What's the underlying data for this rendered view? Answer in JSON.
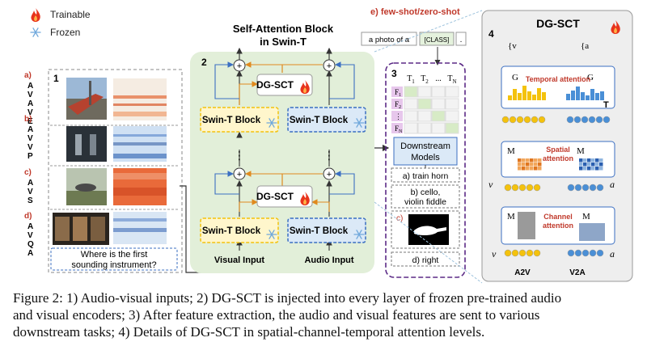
{
  "legend": {
    "trainable": "Trainable",
    "frozen": "Frozen"
  },
  "panel1": {
    "number": "1",
    "rows": [
      {
        "tag": "a)",
        "tasks": [
          "A",
          "V",
          "A",
          "V",
          "E"
        ]
      },
      {
        "tag": "b)",
        "tasks": [
          "A",
          "V",
          "V",
          "P"
        ]
      },
      {
        "tag": "c)",
        "tasks": [
          "A",
          "V",
          "S"
        ]
      },
      {
        "tag": "d)",
        "tasks": [
          "A",
          "V",
          "Q",
          "A"
        ]
      }
    ],
    "question": [
      "Where is the first",
      "sounding instrument?"
    ]
  },
  "panel2": {
    "number": "2",
    "title": [
      "Self-Attention Block",
      "in Swin-T"
    ],
    "dg_sct": "DG-SCT",
    "swin_block": "Swin-T Block",
    "plus": "+",
    "dots": "⋮",
    "visual_input": "Visual Input",
    "audio_input": "Audio Input"
  },
  "prompt": {
    "title": "e) few-shot/zero-shot",
    "text": "a photo of a",
    "class": "[CLASS]",
    "period": "."
  },
  "panel3": {
    "number": "3",
    "col_headers": [
      "T",
      "T",
      "...",
      "T"
    ],
    "col_subs": [
      "1",
      "2",
      "",
      "N"
    ],
    "row_headers": [
      "F",
      "F",
      "⋮",
      "F"
    ],
    "row_subs": [
      "1",
      "2",
      "",
      "N"
    ],
    "downstream": [
      "Downstream",
      "Models"
    ],
    "outputs": {
      "a": "a) train horn",
      "b": [
        "b) cello,",
        "violin fiddle"
      ],
      "c": "c)",
      "d": "d) right"
    }
  },
  "panel4": {
    "number": "4",
    "title": "DG-SCT",
    "temporal": "Temporal attention",
    "spatial": [
      "Spatial",
      "attention"
    ],
    "channel": [
      "Channel",
      "attention"
    ],
    "gv": "G",
    "ga": "G",
    "a2v": "A2V",
    "v2a": "V2A",
    "top_left": "{v",
    "top_right": "{a",
    "T_label": "T",
    "v_label": "v",
    "a_label": "a",
    "mv": "M",
    "ma": "M"
  },
  "caption": [
    "Figure 2: 1) Audio-visual inputs; 2) DG-SCT is injected into every layer of frozen pre-trained audio",
    "and visual encoders; 3) After feature extraction, the audio and visual features are sent to various",
    "downstream tasks; 4) Details of DG-SCT in spatial-channel-temporal attention levels."
  ],
  "colors": {
    "panel2_bg": "#e2efd9",
    "panel4_bg": "#eeeeee",
    "visual": "#f4c20d",
    "audio": "#4a8fd6",
    "flame": "#e8331c",
    "frozen": "#6fa8dc",
    "purple": "#5b2a86"
  }
}
